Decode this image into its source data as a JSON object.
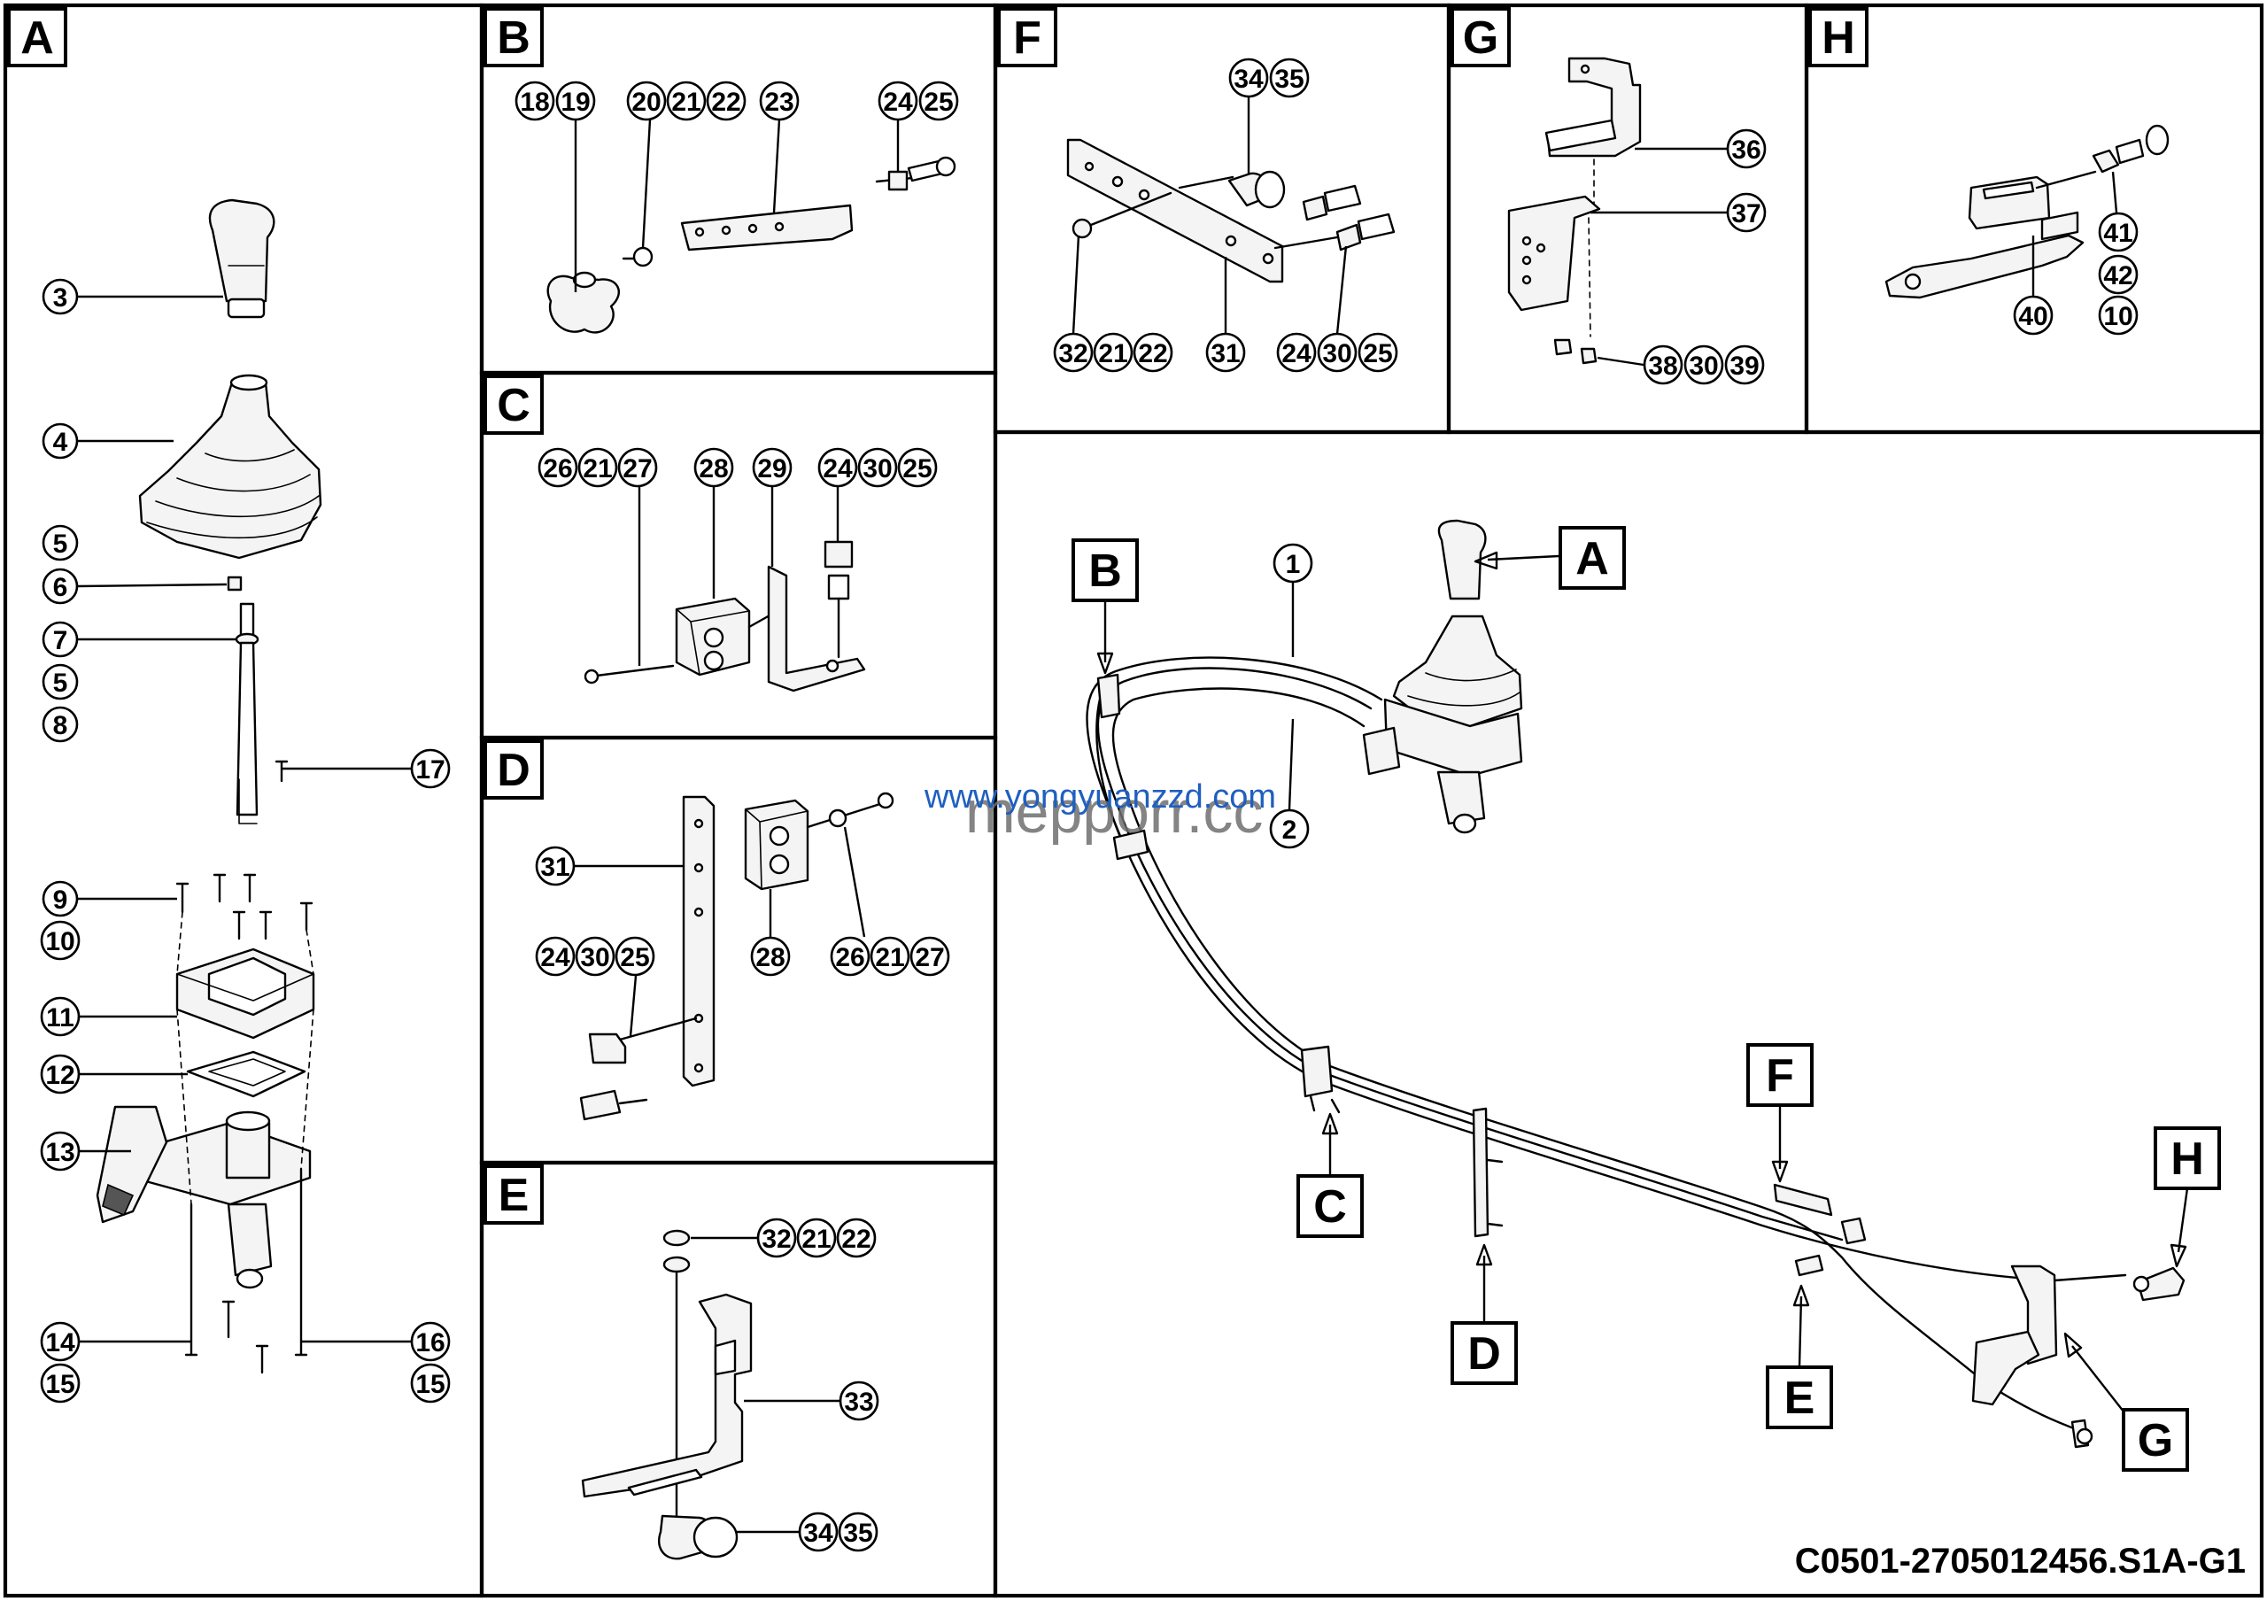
{
  "panels": {
    "A": "A",
    "B": "B",
    "C": "C",
    "D": "D",
    "E": "E",
    "F": "F",
    "G": "G",
    "H": "H"
  },
  "overview_tags": {
    "A": "A",
    "B": "B",
    "C": "C",
    "D": "D",
    "E": "E",
    "F": "F",
    "G": "G",
    "H": "H"
  },
  "callouts": {
    "a3": "3",
    "a4": "4",
    "a5": "5",
    "a6": "6",
    "a7": "7",
    "a5b": "5",
    "a8": "8",
    "a17": "17",
    "a9": "9",
    "a10": "10",
    "a11": "11",
    "a12": "12",
    "a13": "13",
    "a14": "14",
    "a15": "15",
    "a16": "16",
    "a15b": "15",
    "b18": "18",
    "b19": "19",
    "b20": "20",
    "b21": "21",
    "b22": "22",
    "b23": "23",
    "b24": "24",
    "b25": "25",
    "c26": "26",
    "c21": "21",
    "c27": "27",
    "c28": "28",
    "c29": "29",
    "c24": "24",
    "c30": "30",
    "c25": "25",
    "d31": "31",
    "d24": "24",
    "d30": "30",
    "d25": "25",
    "d28": "28",
    "d26": "26",
    "d21": "21",
    "d27": "27",
    "e32": "32",
    "e21": "21",
    "e22": "22",
    "e33": "33",
    "e34": "34",
    "e35": "35",
    "f34": "34",
    "f35": "35",
    "f32": "32",
    "f21": "21",
    "f22": "22",
    "f31": "31",
    "f24": "24",
    "f30": "30",
    "f25": "25",
    "g36": "36",
    "g37": "37",
    "g38": "38",
    "g30": "30",
    "g39": "39",
    "h41": "41",
    "h42": "42",
    "h10": "10",
    "h40": "40",
    "o1": "1",
    "o2": "2"
  },
  "drawing_code": "C0501-2705012456.S1A-G1",
  "watermark": {
    "url": "www.yongyuanzzd.com",
    "brand": "mepporr.cc"
  }
}
